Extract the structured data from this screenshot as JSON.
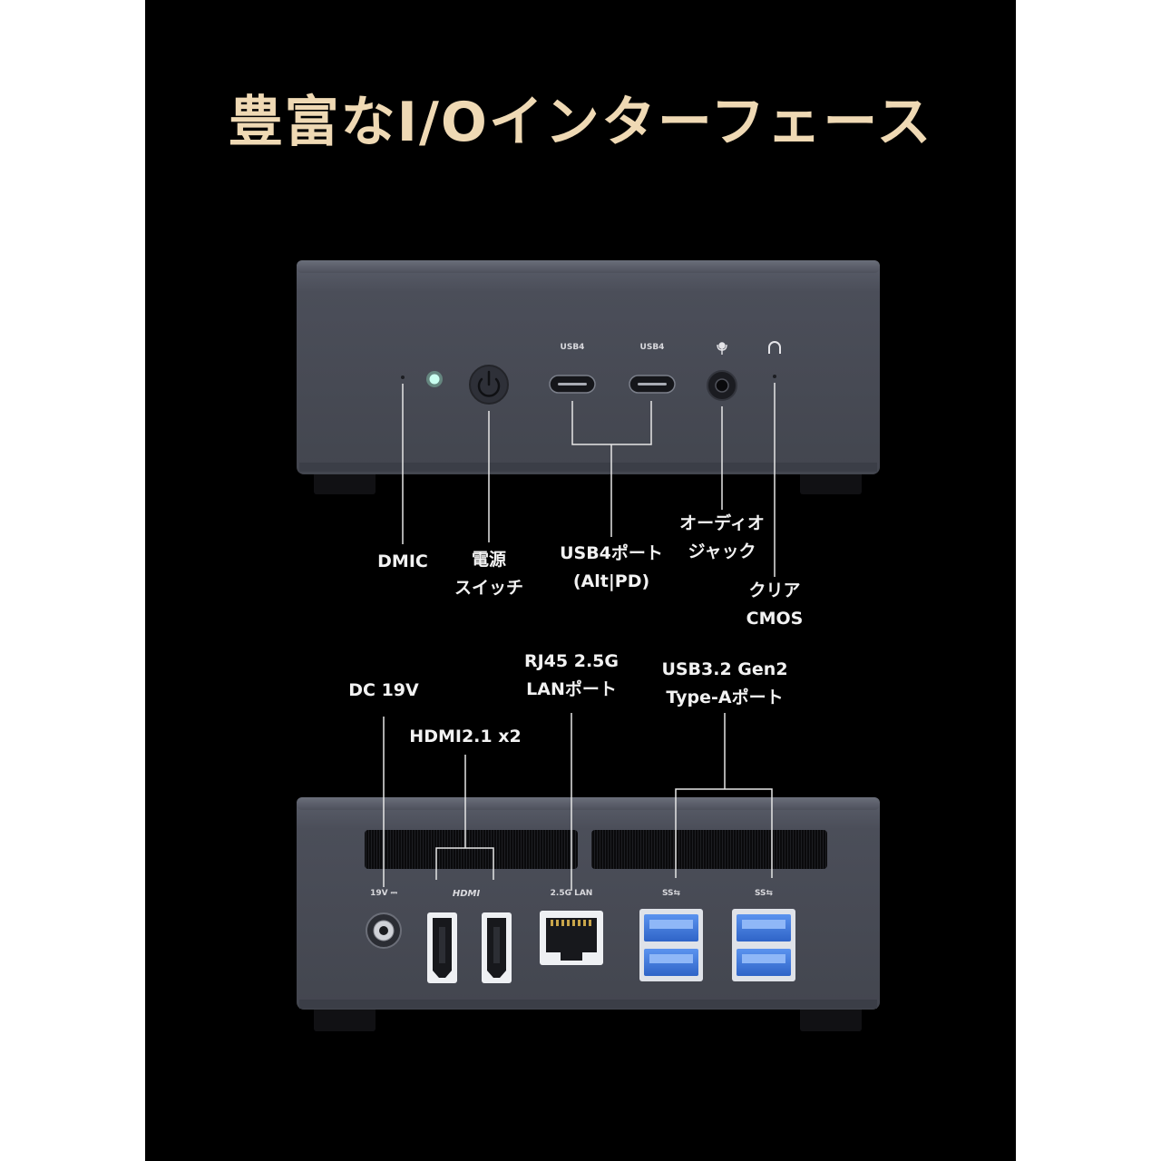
{
  "title": "豊富なI/Oインターフェース",
  "front": {
    "port_marks": {
      "usb4_a": "USB4",
      "usb4_b": "USB4"
    },
    "labels": {
      "dmic": "DMIC",
      "power": [
        "電源",
        "スイッチ"
      ],
      "usb4": [
        "USB4ポート",
        "(Alt|PD)"
      ],
      "audio": [
        "オーディオ",
        "ジャック"
      ],
      "cmos": [
        "クリア",
        "CMOS"
      ]
    }
  },
  "back": {
    "port_marks": {
      "dc": "19V ⎓",
      "hdmi": "HDMI",
      "lan": "2.5G LAN",
      "ss1": "SS⇆",
      "ss2": "SS⇆"
    },
    "labels": {
      "dc": "DC 19V",
      "hdmi": "HDMI2.1 x2",
      "lan": [
        "RJ45 2.5G",
        "LANポート"
      ],
      "usb3": [
        "USB3.2 Gen2",
        "Type-Aポート"
      ]
    }
  },
  "colors": {
    "body": "#4a4d58",
    "accent": "#3c7be0",
    "title": "#efd9b4",
    "led": "#7ff0c0"
  }
}
